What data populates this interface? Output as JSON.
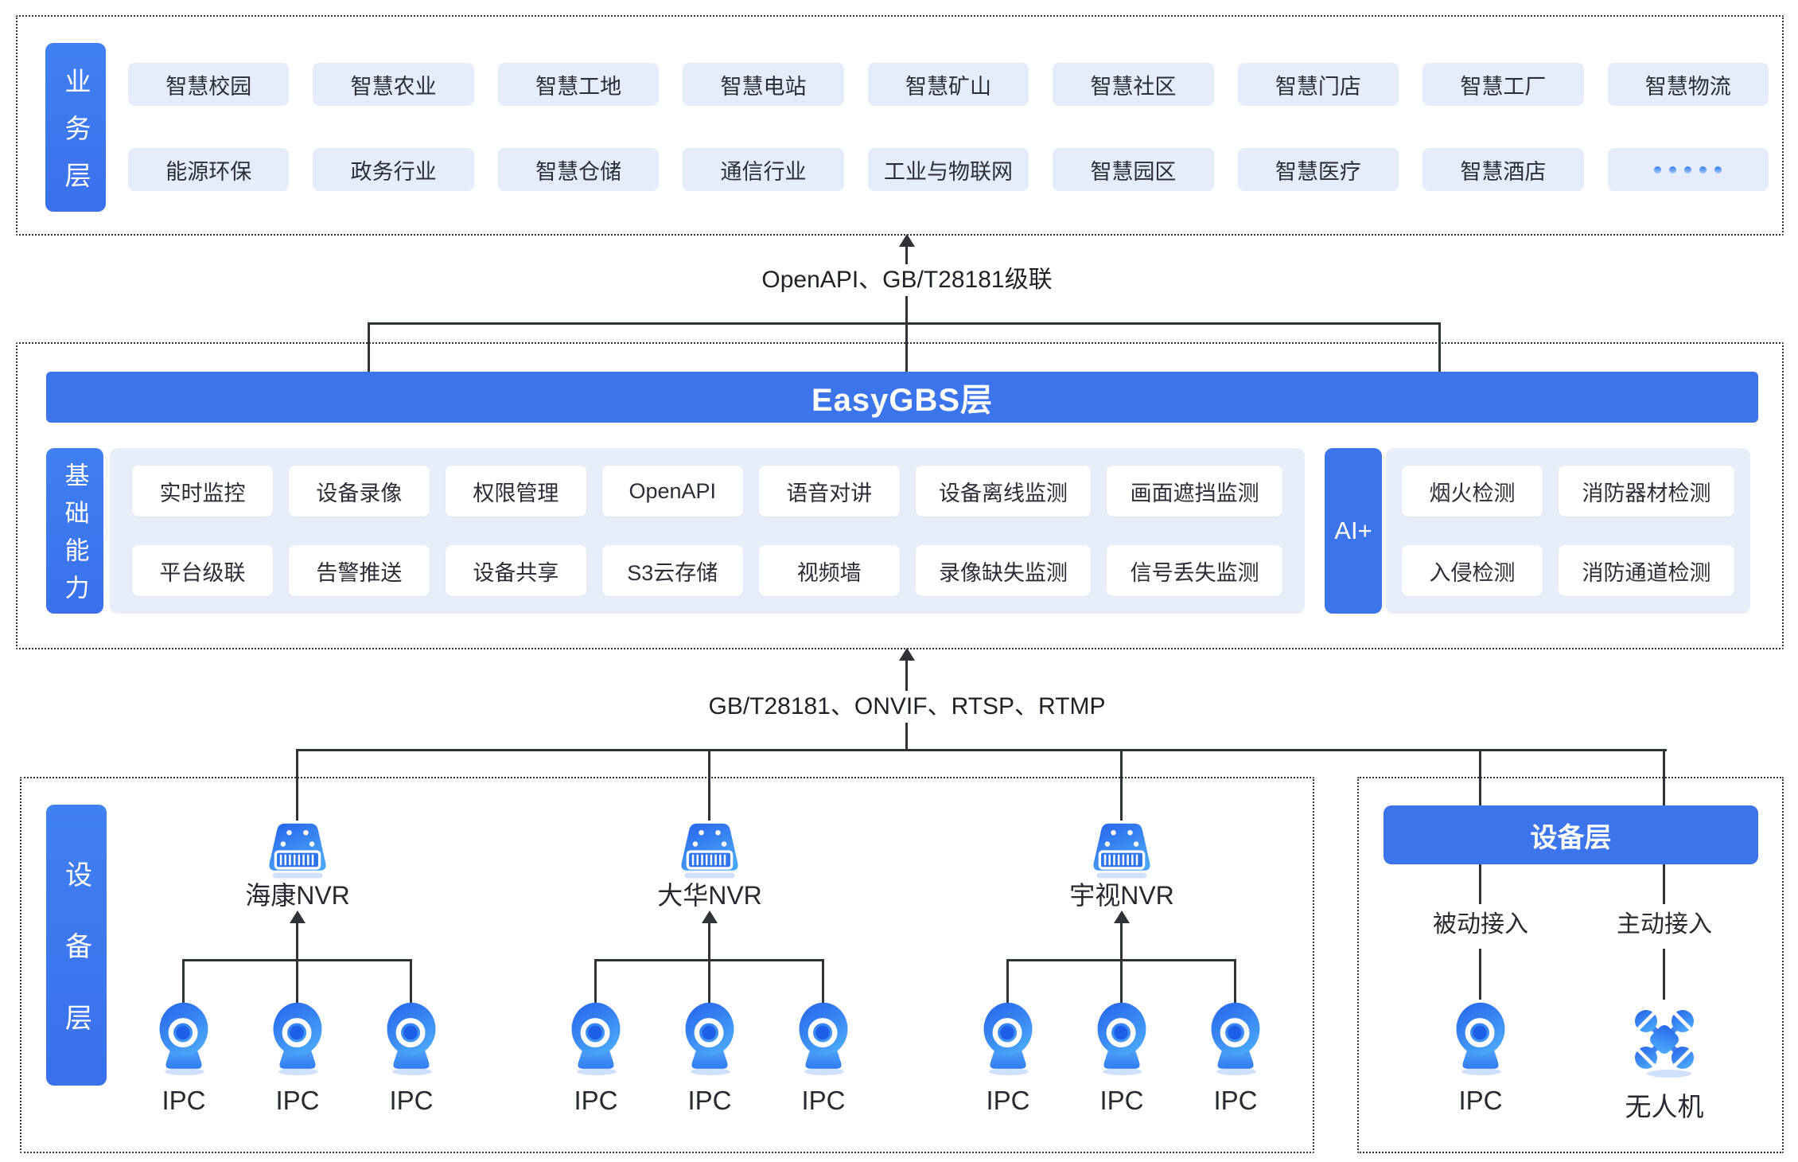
{
  "colors": {
    "accent": "#3C74EC",
    "chip_bg": "#E5ECFB",
    "panel_bg": "#E8EDFA",
    "line": "#2F3237",
    "white": "#FFFFFF"
  },
  "business": {
    "label": "业务层",
    "chips": [
      "智慧校园",
      "智慧农业",
      "智慧工地",
      "智慧电站",
      "智慧矿山",
      "智慧社区",
      "智慧门店",
      "智慧工厂",
      "智慧物流",
      "能源环保",
      "政务行业",
      "智慧仓储",
      "通信行业",
      "工业与物联网",
      "智慧园区",
      "智慧医疗",
      "智慧酒店",
      "•••••"
    ]
  },
  "connectors": {
    "top_caption": "OpenAPI、GB/T28181级联",
    "bottom_caption": "GB/T28181、ONVIF、RTSP、RTMP"
  },
  "easygbs": {
    "banner": "EasyGBS层",
    "base_label": "基础能力",
    "base_chips": [
      "实时监控",
      "设备录像",
      "权限管理",
      "OpenAPI",
      "语音对讲",
      "设备离线监测",
      "画面遮挡监测",
      "平台级联",
      "告警推送",
      "设备共享",
      "S3云存储",
      "视频墙",
      "录像缺失监测",
      "信号丢失监测"
    ],
    "ai_label": "AI+",
    "ai_chips": [
      "烟火检测",
      "消防器材检测",
      "入侵检测",
      "消防通道检测"
    ]
  },
  "device_left": {
    "label": "设备层",
    "groups": [
      {
        "name": "海康NVR",
        "ipcs": [
          "IPC",
          "IPC",
          "IPC"
        ]
      },
      {
        "name": "大华NVR",
        "ipcs": [
          "IPC",
          "IPC",
          "IPC"
        ]
      },
      {
        "name": "宇视NVR",
        "ipcs": [
          "IPC",
          "IPC",
          "IPC"
        ]
      }
    ]
  },
  "device_right": {
    "banner": "设备层",
    "columns": [
      {
        "access": "被动接入",
        "device": "IPC"
      },
      {
        "access": "主动接入",
        "device": "无人机"
      }
    ]
  }
}
